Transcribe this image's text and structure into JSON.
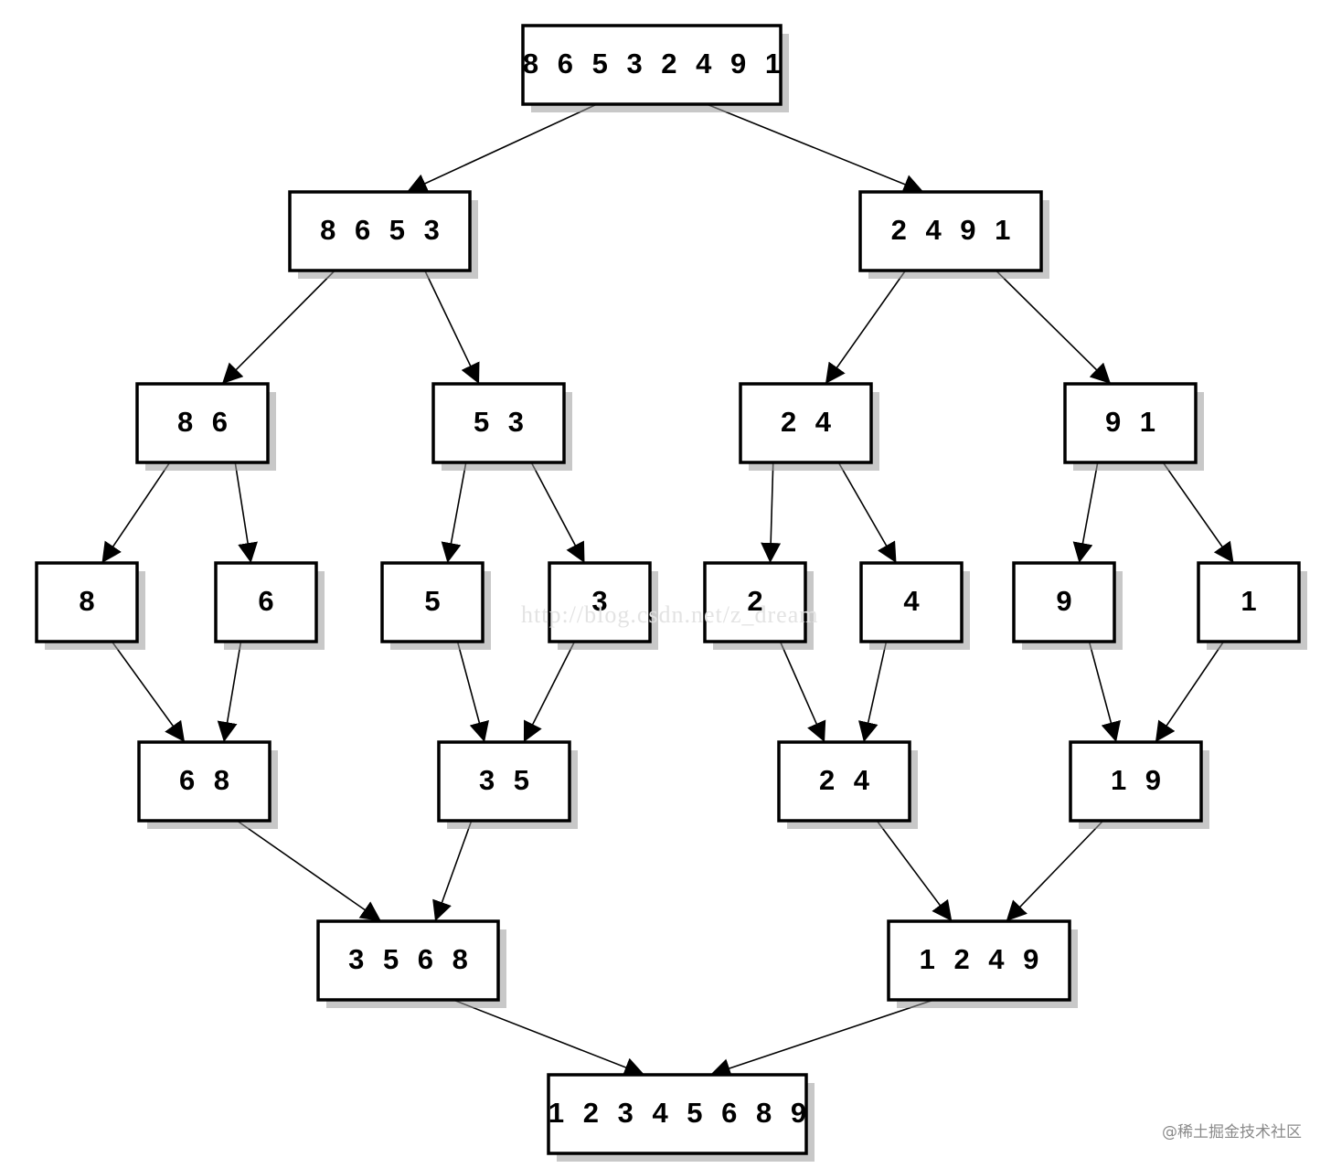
{
  "nodes": [
    {
      "id": "root",
      "label": "8 6 5 3 2 4 9 1"
    },
    {
      "id": "l1a",
      "label": "8 6 5 3"
    },
    {
      "id": "l1b",
      "label": "2 4 9 1"
    },
    {
      "id": "l2a",
      "label": "8 6"
    },
    {
      "id": "l2b",
      "label": "5 3"
    },
    {
      "id": "l2c",
      "label": "2 4"
    },
    {
      "id": "l2d",
      "label": "9 1"
    },
    {
      "id": "leaf8",
      "label": "8"
    },
    {
      "id": "leaf6",
      "label": "6"
    },
    {
      "id": "leaf5",
      "label": "5"
    },
    {
      "id": "leaf3",
      "label": "3"
    },
    {
      "id": "leaf2",
      "label": "2"
    },
    {
      "id": "leaf4",
      "label": "4"
    },
    {
      "id": "leaf9",
      "label": "9"
    },
    {
      "id": "leaf1",
      "label": "1"
    },
    {
      "id": "m1a",
      "label": "6 8"
    },
    {
      "id": "m1b",
      "label": "3 5"
    },
    {
      "id": "m1c",
      "label": "2 4"
    },
    {
      "id": "m1d",
      "label": "1 9"
    },
    {
      "id": "m2a",
      "label": "3 5 6 8"
    },
    {
      "id": "m2b",
      "label": "1 2 4 9"
    },
    {
      "id": "final",
      "label": "1 2 3 4 5 6 8 9"
    }
  ],
  "edges": [
    {
      "from": "root",
      "to": "l1a"
    },
    {
      "from": "root",
      "to": "l1b"
    },
    {
      "from": "l1a",
      "to": "l2a"
    },
    {
      "from": "l1a",
      "to": "l2b"
    },
    {
      "from": "l1b",
      "to": "l2c"
    },
    {
      "from": "l1b",
      "to": "l2d"
    },
    {
      "from": "l2a",
      "to": "leaf8"
    },
    {
      "from": "l2a",
      "to": "leaf6"
    },
    {
      "from": "l2b",
      "to": "leaf5"
    },
    {
      "from": "l2b",
      "to": "leaf3"
    },
    {
      "from": "l2c",
      "to": "leaf2"
    },
    {
      "from": "l2c",
      "to": "leaf4"
    },
    {
      "from": "l2d",
      "to": "leaf9"
    },
    {
      "from": "l2d",
      "to": "leaf1"
    },
    {
      "from": "leaf8",
      "to": "m1a"
    },
    {
      "from": "leaf6",
      "to": "m1a"
    },
    {
      "from": "leaf5",
      "to": "m1b"
    },
    {
      "from": "leaf3",
      "to": "m1b"
    },
    {
      "from": "leaf2",
      "to": "m1c"
    },
    {
      "from": "leaf4",
      "to": "m1c"
    },
    {
      "from": "leaf9",
      "to": "m1d"
    },
    {
      "from": "leaf1",
      "to": "m1d"
    },
    {
      "from": "m1a",
      "to": "m2a"
    },
    {
      "from": "m1b",
      "to": "m2a"
    },
    {
      "from": "m1c",
      "to": "m2b"
    },
    {
      "from": "m1d",
      "to": "m2b"
    },
    {
      "from": "m2a",
      "to": "final"
    },
    {
      "from": "m2b",
      "to": "final"
    }
  ],
  "watermark": "http://blog.csdn.net/z_dream",
  "credit": "@稀土掘金技术社区"
}
